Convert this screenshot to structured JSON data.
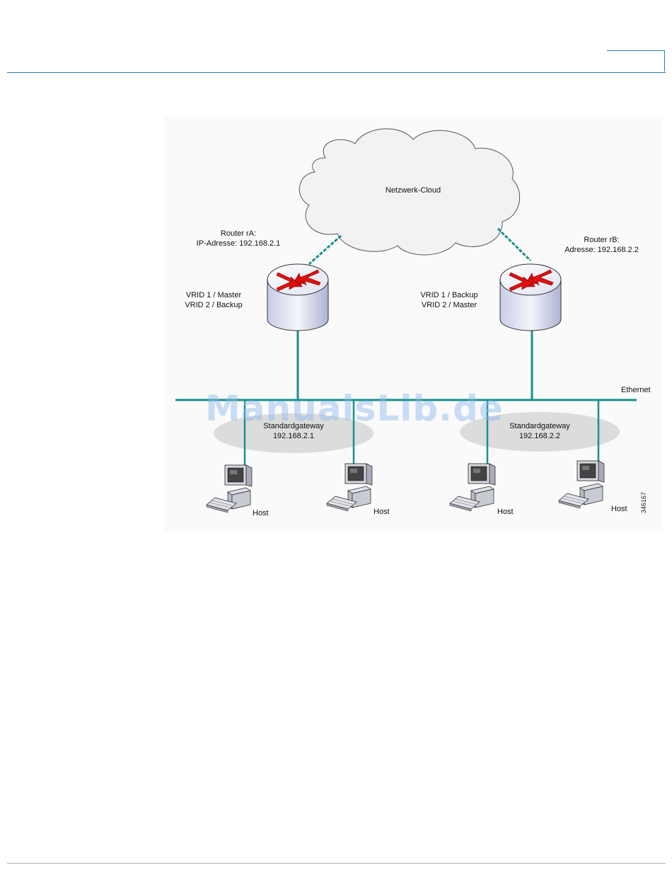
{
  "diagram": {
    "cloud_label": "Netzwerk-Cloud",
    "router_a": {
      "title": "Router rA:",
      "address": "IP-Adresse: 192.168.2.1",
      "vrid1": "VRID 1 / Master",
      "vrid2": "VRID 2 / Backup"
    },
    "router_b": {
      "title": "Router rB:",
      "address": "Adresse: 192.168.2.2",
      "vrid1": "VRID 1 / Backup",
      "vrid2": "VRID 2 / Master"
    },
    "ethernet_label": "Ethernet",
    "gateway_a": {
      "label": "Standardgateway",
      "ip": "192.168.2.1"
    },
    "gateway_b": {
      "label": "Standardgateway",
      "ip": "192.168.2.2"
    },
    "hosts": [
      "Host",
      "Host",
      "Host",
      "Host"
    ],
    "figure_id": "346167",
    "colors": {
      "link": "#1a8f8f",
      "router_arrow": "#e01010",
      "gateway_fill": "#dcdcdc"
    }
  },
  "watermark": "ManualsLib.de"
}
